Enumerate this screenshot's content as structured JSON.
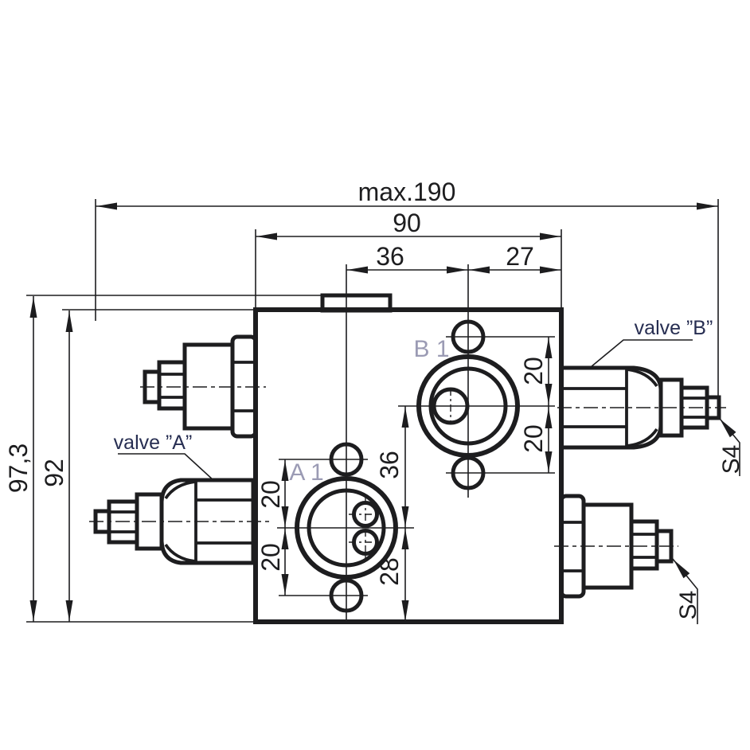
{
  "title": "Hydraulic valve block dimensional drawing",
  "dims": {
    "overall_width": "max.190",
    "block_width": "90",
    "a1_to_b1_horizontal": "36",
    "b1_to_edge": "27",
    "overall_height": "97,3",
    "block_height": "92",
    "a1_bolt_top": "20",
    "a1_bolt_bottom": "20",
    "b1_bolt_top": "20",
    "b1_bolt_bottom": "20",
    "b1_to_a1_vertical": "36",
    "a1_to_bottom": "28"
  },
  "labels": {
    "port_a1": "A 1",
    "port_b1": "B 1",
    "valve_a": "valve ”A”",
    "valve_b": "valve ”B”",
    "wrench_valve_b": "S4",
    "wrench_plug": "S4"
  },
  "colors": {
    "line": "#1d1d1f",
    "port_label": "#9b9bb4",
    "valve_label": "#272e52",
    "background": "#ffffff"
  }
}
